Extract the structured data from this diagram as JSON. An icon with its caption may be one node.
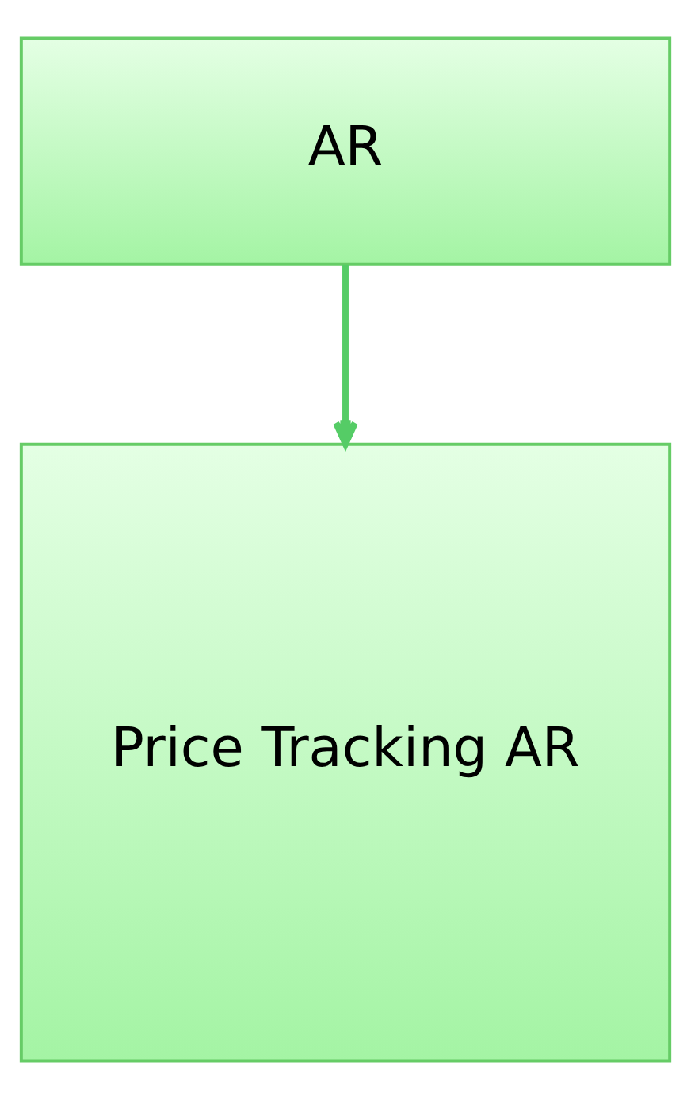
{
  "diagram": {
    "nodes": [
      {
        "text": [
          "AR"
        ]
      },
      {
        "text": [
          "Price Tracking AR"
        ]
      }
    ],
    "edges": [
      {
        "from": 0,
        "to": 1,
        "arrow": "to"
      }
    ]
  }
}
